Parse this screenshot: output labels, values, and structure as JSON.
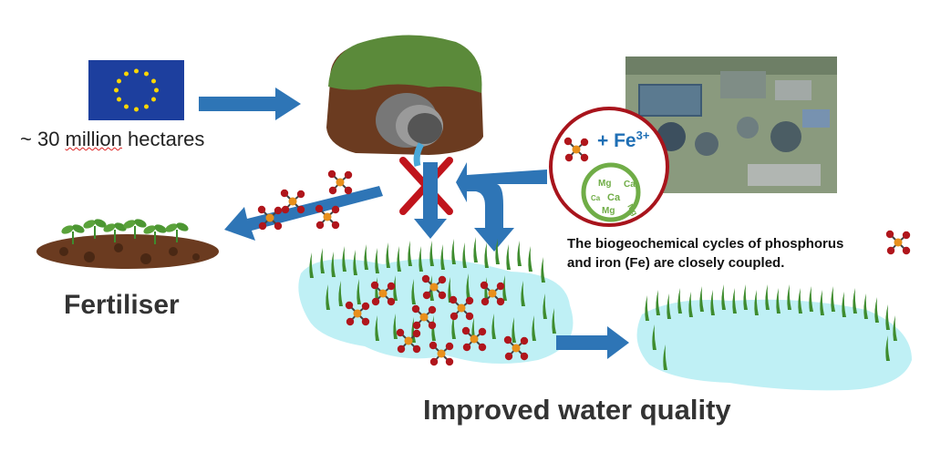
{
  "texts": {
    "eu_prefix": "~ 30 ",
    "eu_word1": "million",
    "eu_space": " ",
    "eu_word2": "hectares",
    "fertiliser": "Fertiliser",
    "water_quality": "Improved water quality",
    "cycle_note_line1": "The biogeochemical cycles of phosphorus",
    "cycle_note_line2": "and iron (Fe) are closely coupled.",
    "fe_plus": "+ Fe",
    "fe_charge": "3+",
    "ion_mg1": "Mg",
    "ion_ca1": "Ca",
    "ion_ca2": "Ca",
    "ion_ca3": "Ca",
    "ion_mg2": "Mg",
    "ion_mg3": "Mg"
  },
  "colors": {
    "arrow_blue": "#2e75b6",
    "cross_red": "#c0141c",
    "circle_border": "#a8141c",
    "ion_green": "#70ad47",
    "water": "#bff0f5",
    "grass": "#3e8c2e",
    "soil": "#6b3b20",
    "turf": "#5b8a3a",
    "phosphate_p": "#e8901c",
    "phosphate_o": "#b0161c",
    "eu_flag_blue": "#1d3f9e",
    "eu_flag_stars": "#ffd700"
  },
  "icons": {
    "flag": "eu-flag-icon",
    "drain": "soil-drain-pipe-icon",
    "plant": "plant-treatment-photo",
    "seedlings": "seedlings-icon",
    "phosphate": "phosphate-molecule-icon"
  }
}
